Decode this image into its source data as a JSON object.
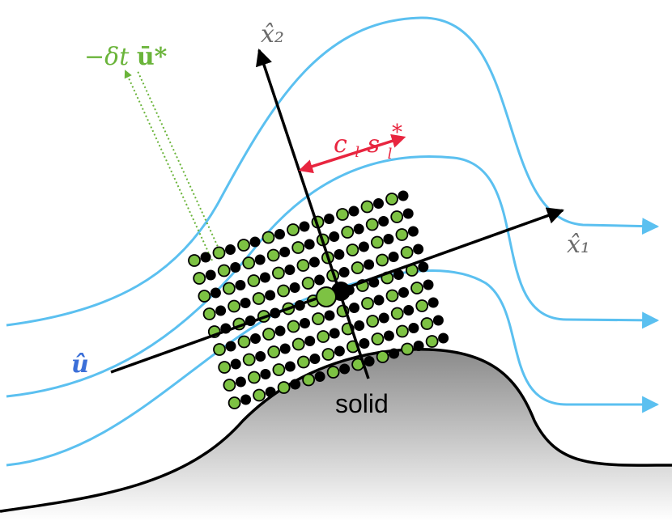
{
  "labels": {
    "x2_axis": "x̂₂",
    "x1_axis": "x̂₁",
    "velocity_hat": "û",
    "displacement_minus": "−δt",
    "displacement_vec": "ū*",
    "length_scale_c": "c",
    "length_scale_l": "l",
    "length_scale_s": "s",
    "length_scale_sub": "l",
    "length_scale_star": "*",
    "solid": "solid"
  },
  "colors": {
    "streamline": "#5BC0F0",
    "axis": "#000000",
    "green_node": "#7DC243",
    "black_node": "#000000",
    "scale_arrow": "#E8253F",
    "displacement": "#6AB43A",
    "velocity_label": "#3B6FD8",
    "axis_label": "#6B6B6B",
    "solid_gradient_dark": "#8A8A8A",
    "solid_gradient_light": "#FFFFFF"
  },
  "node_counts": {
    "rows": 9,
    "cols": 9
  }
}
